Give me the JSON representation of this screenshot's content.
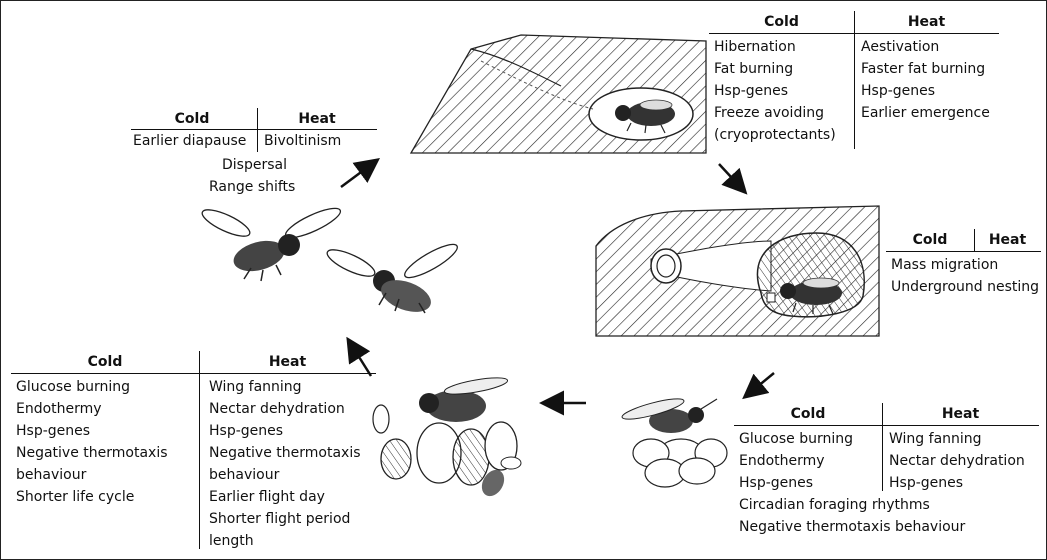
{
  "panels": {
    "dispersal": {
      "cold_header": "Cold",
      "heat_header": "Heat",
      "cold": [
        "Earlier diapause"
      ],
      "heat": [
        "Bivoltinism"
      ],
      "shared": [
        "Dispersal",
        "Range shifts"
      ]
    },
    "overwintering": {
      "cold_header": "Cold",
      "heat_header": "Heat",
      "cold": [
        "Hibernation",
        "Fat burning",
        "Hsp-genes",
        "Freeze avoiding",
        "(cryoprotectants)"
      ],
      "heat": [
        "Aestivation",
        "Faster fat burning",
        "Hsp-genes",
        "Earlier emergence"
      ]
    },
    "nesting": {
      "cold_header": "Cold",
      "heat_header": "Heat",
      "shared": [
        "Mass migration",
        "Underground nesting"
      ]
    },
    "foraging": {
      "cold_header": "Cold",
      "heat_header": "Heat",
      "cold": [
        "Glucose burning",
        "Endothermy",
        "Hsp-genes"
      ],
      "heat": [
        "Wing fanning",
        "Nectar dehydration",
        "Hsp-genes"
      ],
      "shared": [
        "Circadian foraging rhythms",
        "Negative thermotaxis behaviour"
      ]
    },
    "colony": {
      "cold_header": "Cold",
      "heat_header": "Heat",
      "cold": [
        "Glucose burning",
        "Endothermy",
        "Hsp-genes",
        "Negative thermotaxis",
        "behaviour",
        "Shorter life cycle"
      ],
      "heat": [
        "Wing fanning",
        "Nectar dehydration",
        "Hsp-genes",
        "Negative thermotaxis",
        "behaviour",
        "Earlier flight day",
        "Shorter flight period",
        "length"
      ]
    }
  }
}
